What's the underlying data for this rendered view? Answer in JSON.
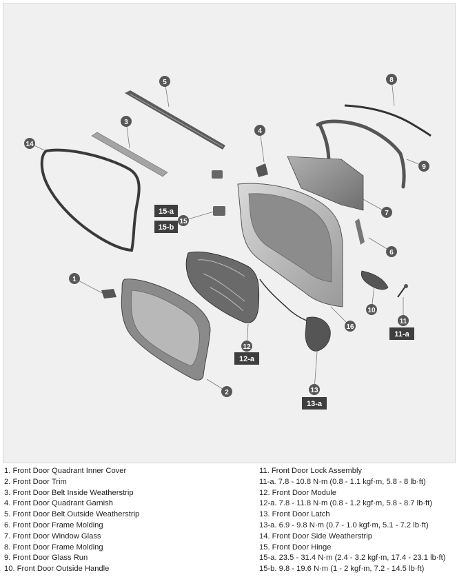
{
  "callouts": {
    "c1": "1",
    "c2": "2",
    "c3": "3",
    "c4": "4",
    "c5": "5",
    "c6": "6",
    "c7": "7",
    "c8": "8",
    "c9": "9",
    "c10": "10",
    "c11": "11",
    "c12": "12",
    "c13": "13",
    "c14": "14",
    "c15": "15",
    "c16": "16"
  },
  "spec_tags": {
    "t15a": "15-a",
    "t15b": "15-b",
    "t11a": "11-a",
    "t12a": "12-a",
    "t13a": "13-a"
  },
  "legend": {
    "left": [
      "1. Front Door Quadrant Inner Cover",
      "2. Front Door Trim",
      "3. Front Door Belt Inside Weatherstrip",
      "4. Front Door Quadrant Garnish",
      "5. Front Door Belt Outside Weatherstrip",
      "6. Front Door Frame Molding",
      "7. Front Door Window Glass",
      "8. Front Door Frame Molding",
      "9. Front Door Glass Run",
      "10. Front Door Outside Handle"
    ],
    "right": [
      "11. Front Door Lock Assembly",
      "11-a. 7.8 - 10.8 N·m (0.8 - 1.1 kgf·m, 5.8 - 8 lb·ft)",
      "12. Front Door Module",
      "12-a. 7.8 - 11.8 N·m (0.8 - 1.2 kgf·m, 5.8 - 8.7 lb·ft)",
      "13. Front Door Latch",
      "13-a. 6.9 - 9.8 N·m (0.7 - 1.0 kgf·m, 5.1 - 7.2 lb·ft)",
      "14. Front Door Side Weatherstrip",
      "15. Front Door Hinge",
      "15-a. 23.5 - 31.4 N·m (2.4 - 3.2 kgf·m, 17.4 - 23.1 lb·ft)",
      "15-b. 9.8 - 19.6 N·m (1 - 2 kgf·m, 7.2 - 14.5 lb·ft)"
    ]
  }
}
